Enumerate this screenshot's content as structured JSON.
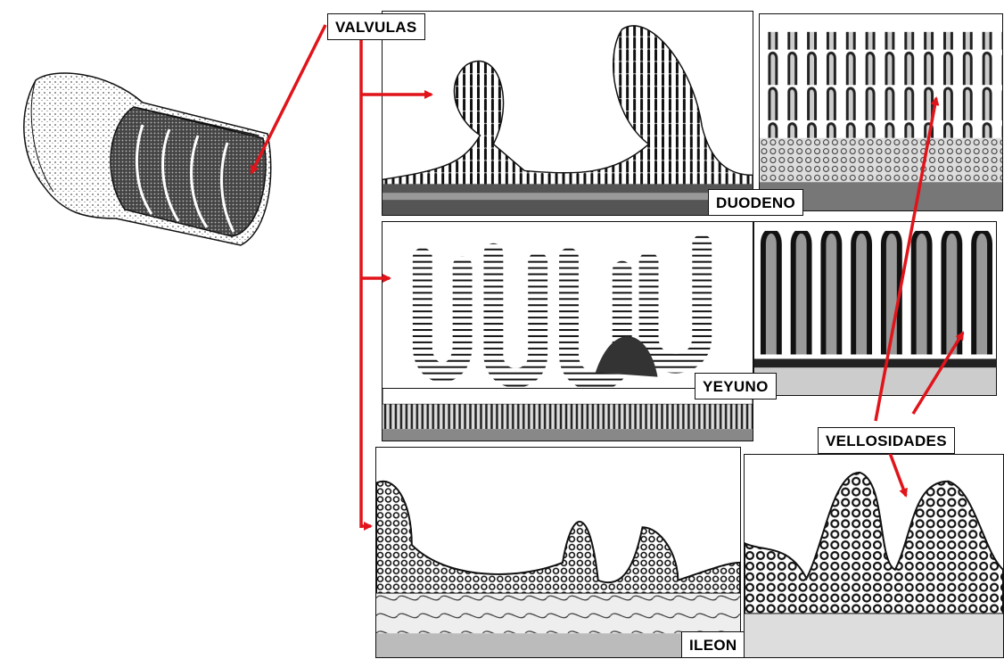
{
  "labels": {
    "valvulas": "VALVULAS",
    "duodeno": "DUODENO",
    "yeyuno": "YEYUNO",
    "ileon": "ILEON",
    "vellosidades": "VELLOSIDADES"
  },
  "colors": {
    "arrow": "#e0141a",
    "ink": "#111111"
  }
}
